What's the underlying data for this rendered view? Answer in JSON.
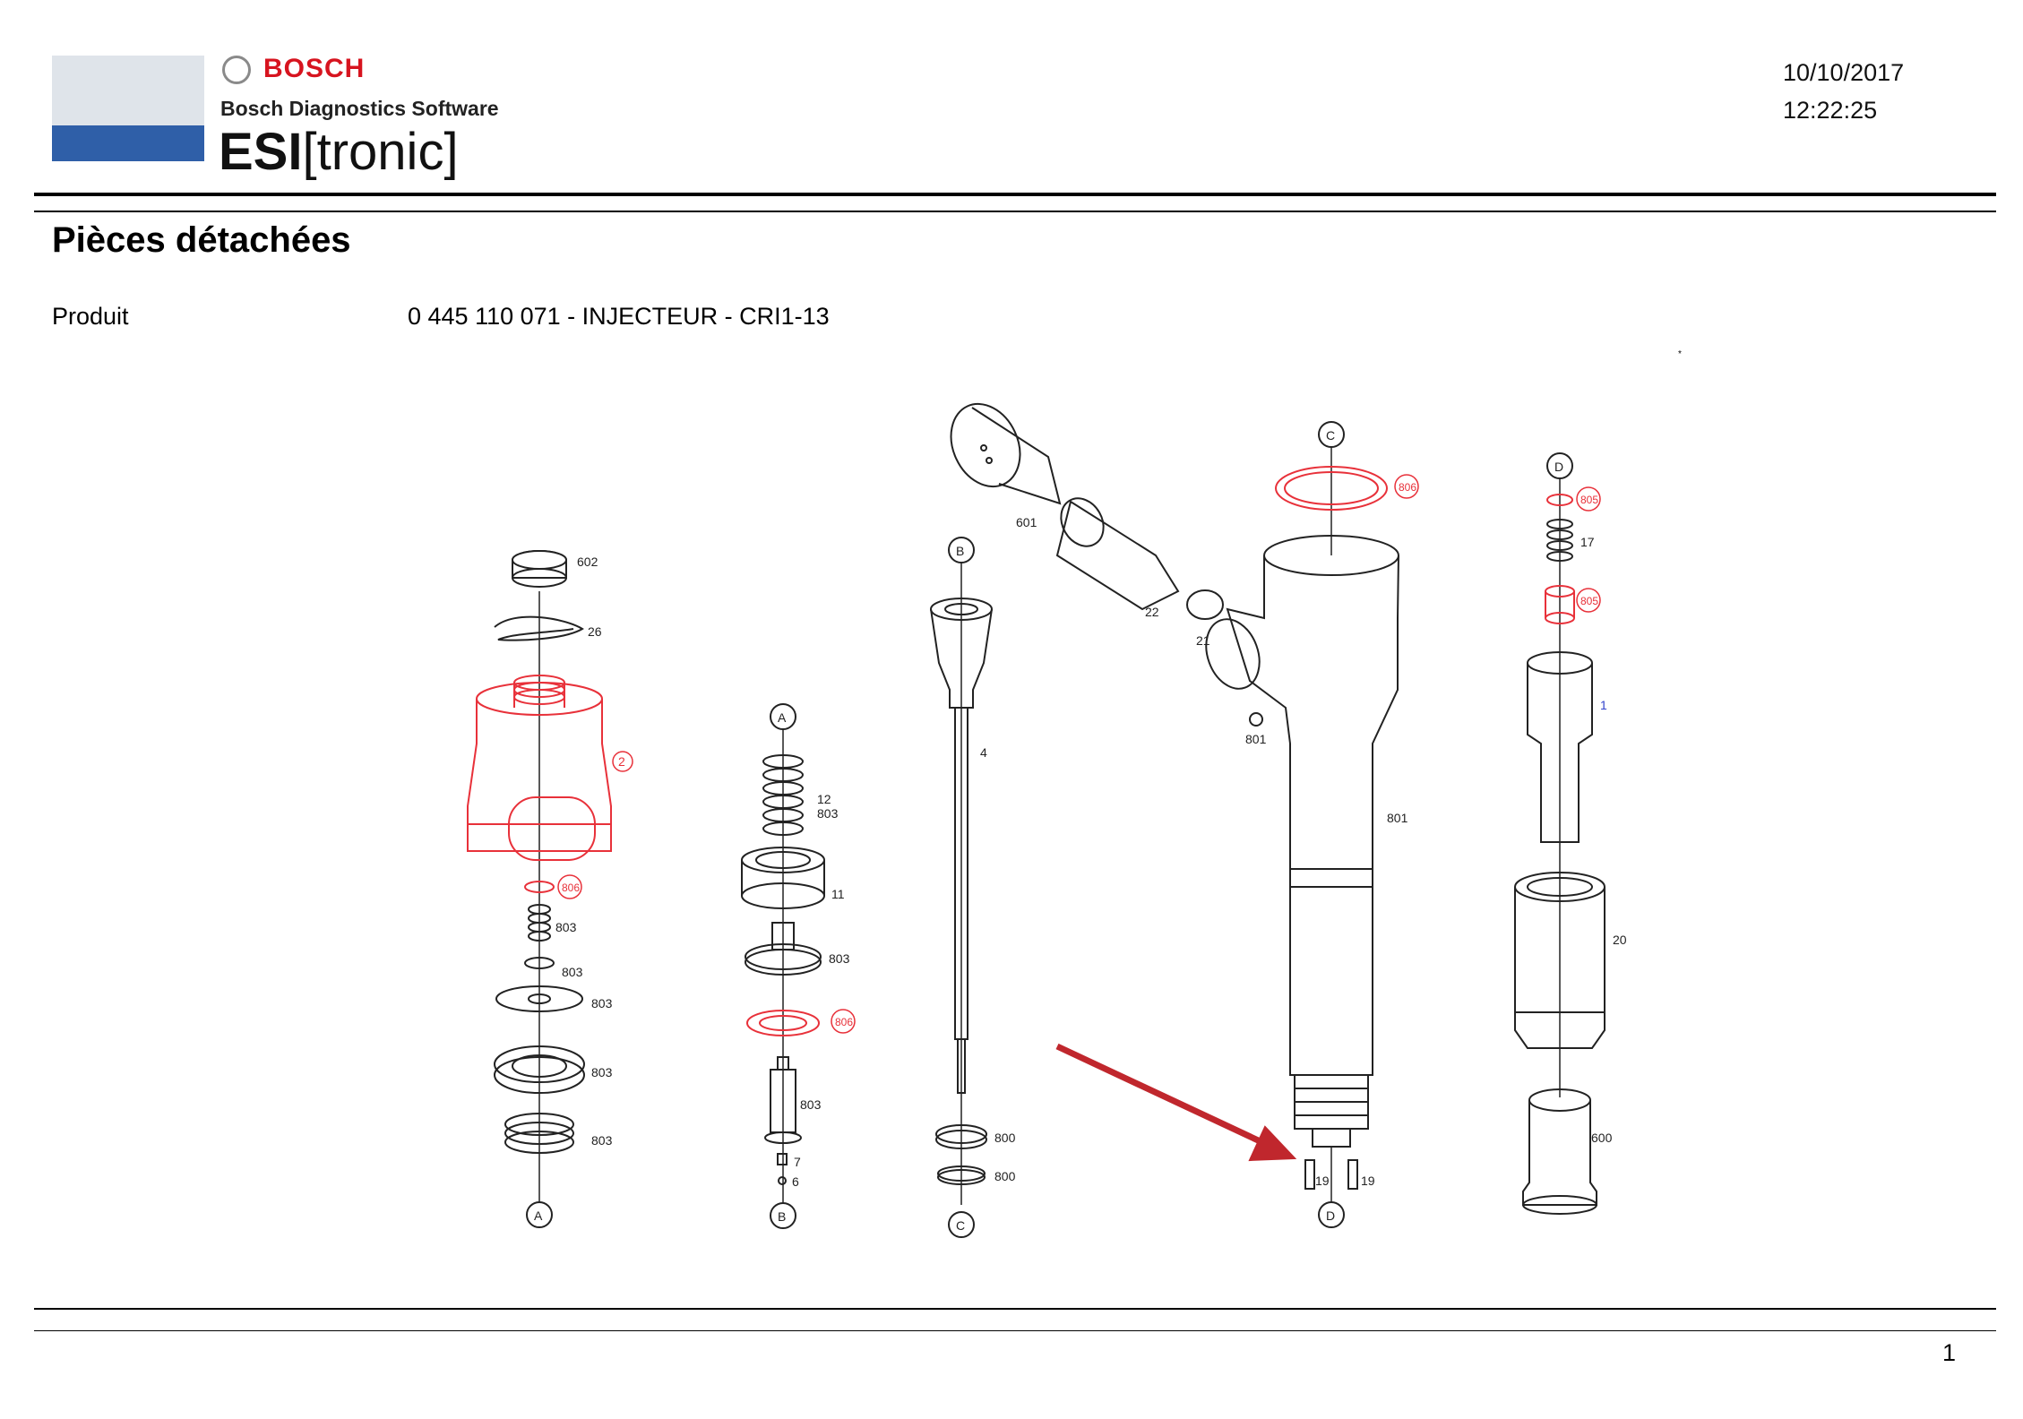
{
  "header": {
    "brand": "BOSCH",
    "software": "Bosch Diagnostics Software",
    "product_brand_bold": "ESI",
    "product_brand_rest": "[tronic]",
    "date": "10/10/2017",
    "time": "12:22:25"
  },
  "page_title": "Pièces détachées",
  "product": {
    "label": "Produit",
    "value": "0 445 110 071 - INJECTEUR - CRI1-13"
  },
  "marker_star": "*",
  "diagram": {
    "section_letters": [
      "A",
      "B",
      "C",
      "D"
    ],
    "labels": {
      "l602": "602",
      "l26": "26",
      "l2": "2",
      "l806": "806",
      "l803": "803",
      "l12": "12",
      "l11": "11",
      "l4": "4",
      "l800": "800",
      "l7": "7",
      "l6": "6",
      "l601": "601",
      "l22": "22",
      "l21": "21",
      "l801": "801",
      "l19": "19",
      "l805": "805",
      "l17": "17",
      "l1": "1",
      "l20": "20",
      "l600": "600"
    },
    "colors": {
      "highlight": "#e8313a",
      "arrow": "#c0272d",
      "line": "#222222",
      "link": "#3344cc"
    }
  },
  "footer": {
    "page_number": "1"
  }
}
